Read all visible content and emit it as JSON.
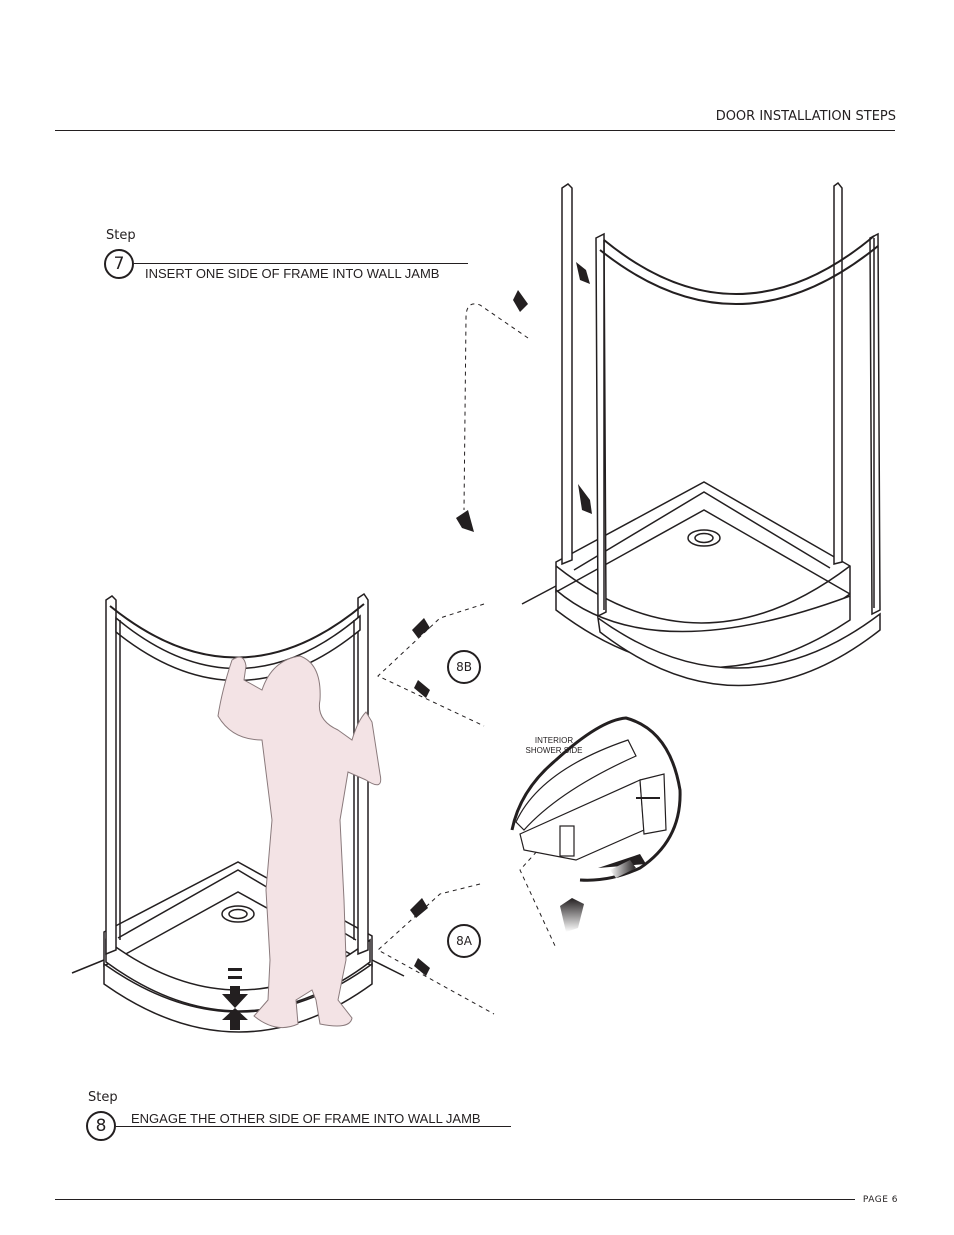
{
  "header": {
    "title": "DOOR INSTALLATION STEPS"
  },
  "footer": {
    "page": "PAGE 6"
  },
  "steps": [
    {
      "word": "Step",
      "number": "7",
      "title": "INSERT ONE SIDE OF FRAME INTO WALL JAMB"
    },
    {
      "word": "Step",
      "number": "8",
      "title": "ENGAGE THE OTHER SIDE OF FRAME INTO WALL JAMB"
    }
  ],
  "callouts": {
    "b": "8B",
    "a": "8A"
  },
  "detail": {
    "label_line1": "INTERIOR",
    "label_line2": "SHOWER SIDE"
  },
  "colors": {
    "ink": "#231f20",
    "figure_fill": "#f3e3e5",
    "figure_stroke": "#8a7a7c"
  }
}
